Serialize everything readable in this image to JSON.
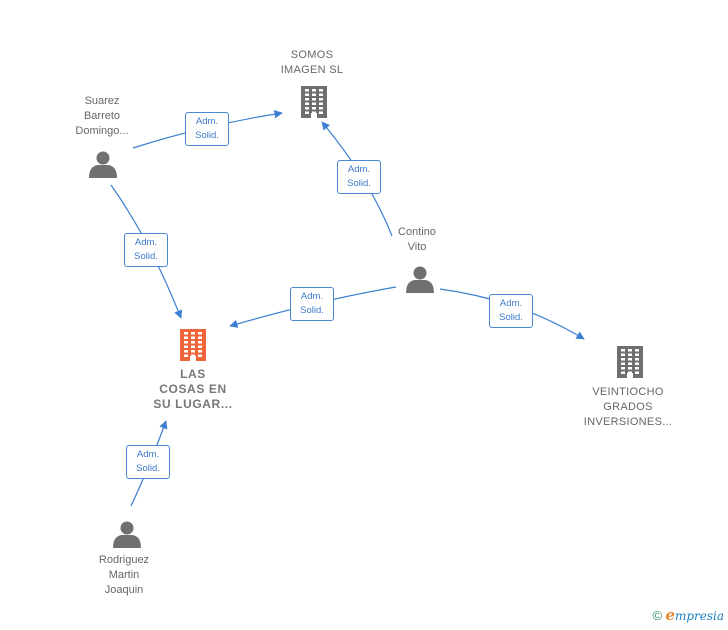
{
  "nodes": {
    "somos": {
      "type": "company",
      "label": "SOMOS\nIMAGEN SL"
    },
    "suarez": {
      "type": "person",
      "label": "Suarez\nBarreto\nDomingo..."
    },
    "contino": {
      "type": "person",
      "label": "Contino\nVito"
    },
    "las_cosas": {
      "type": "company_focus",
      "label": "LAS\nCOSAS EN\nSU LUGAR..."
    },
    "veintiocho": {
      "type": "company",
      "label": "VEINTIOCHO\nGRADOS\nINVERSIONES..."
    },
    "rodriguez": {
      "type": "person",
      "label": "Rodriguez\nMartin\nJoaquin"
    }
  },
  "edges": [
    {
      "from": "suarez",
      "to": "somos",
      "label": "Adm.\nSolid."
    },
    {
      "from": "suarez",
      "to": "las_cosas",
      "label": "Adm.\nSolid."
    },
    {
      "from": "contino",
      "to": "somos",
      "label": "Adm.\nSolid."
    },
    {
      "from": "contino",
      "to": "las_cosas",
      "label": "Adm.\nSolid."
    },
    {
      "from": "contino",
      "to": "veintiocho",
      "label": "Adm.\nSolid."
    },
    {
      "from": "rodriguez",
      "to": "las_cosas",
      "label": "Adm.\nSolid."
    }
  ],
  "colors": {
    "edge": "#3d7fd0",
    "person": "#707070",
    "company": "#6f6f6f",
    "focus": "#f0643a"
  },
  "footer": {
    "copyright": "©",
    "brand_initial": "e",
    "brand_rest": "mpresia"
  }
}
